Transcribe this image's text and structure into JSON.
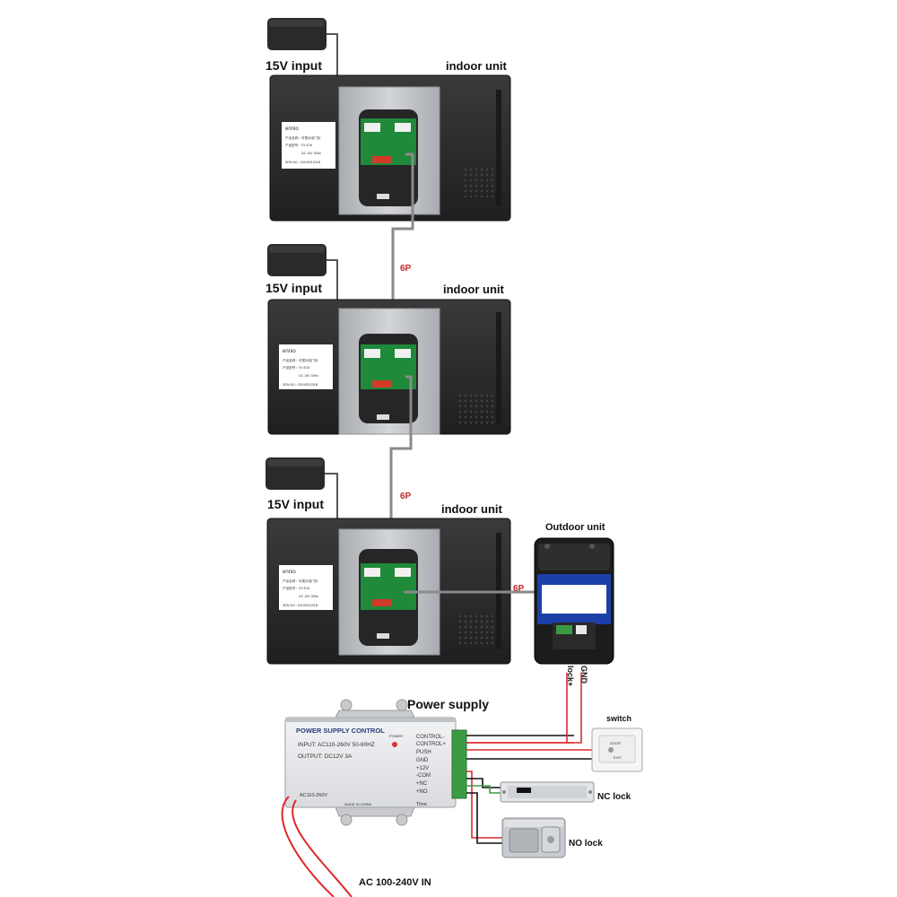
{
  "labels": {
    "power_input": "15V input",
    "indoor_unit": "indoor unit",
    "outdoor_unit": "Outdoor unit",
    "cable_6p": "6P",
    "power_supply": "Power supply",
    "switch": "switch",
    "nc_lock": "NC lock",
    "no_lock": "NO lock",
    "ac_in": "AC 100-240V IN",
    "lock_plus": "lock+",
    "gnd": "GND"
  },
  "device_label": {
    "brand": "ennio",
    "line1": "产品名称：可视对讲门铃",
    "line2": "产品型号：SY-E16",
    "line3": "电压：",
    "voltage": "DC 15V 30Hz",
    "serial": "SEN NO.: 2019031201B"
  },
  "psu": {
    "title": "POWER SUPPLY CONTROL",
    "input": "INPUT: AC110-260V 50-60HZ",
    "output": "OUTPUT: DC12V  3A",
    "power_led": "POWER",
    "ac_label": "AC110-260V",
    "made_in": "MADE IN CHINA",
    "time": "Time",
    "terminals": [
      "CONTROL-",
      "CONTROL+",
      "PUSH",
      "GND",
      "+12V",
      "-COM",
      "+NC",
      "+NO"
    ]
  },
  "exit_button": {
    "line1": "DOOR",
    "line2": "EXIT"
  },
  "colors": {
    "unit_body": "#2b2b2b",
    "bracket": "#b9bcc0",
    "pcb": "#1e8a3a",
    "cable": "#8a8a8a",
    "red_label": "#c0262d",
    "red_wire": "#e0282e",
    "green_terminal": "#3c9a45",
    "outdoor_blue": "#1d3fa8"
  }
}
